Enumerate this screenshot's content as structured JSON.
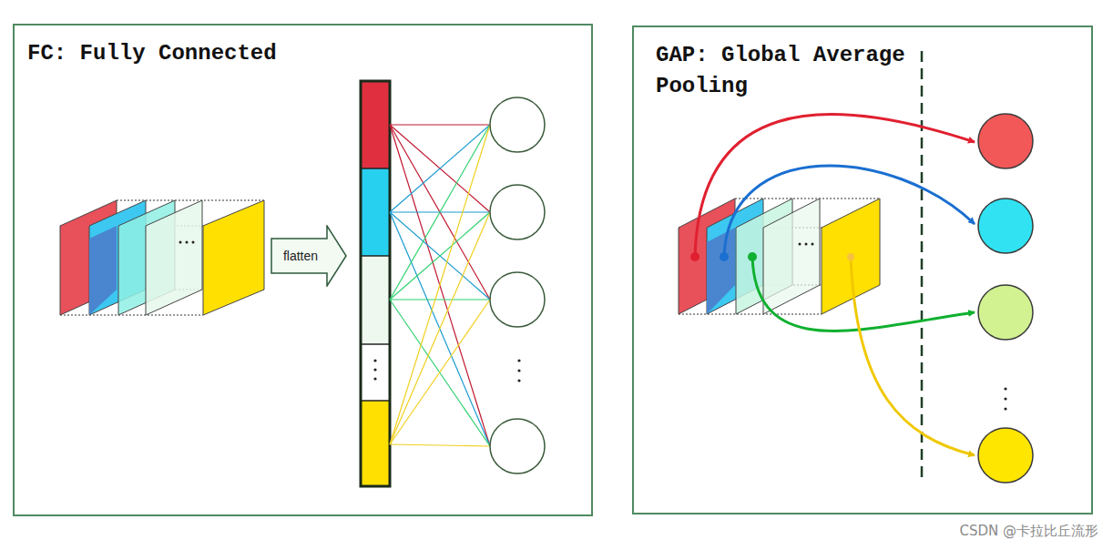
{
  "diagram": {
    "nodes": [
      {
        "text": [
          "FC: Fully Connected"
        ]
      },
      {
        "text": [
          "GAP: Global Average Pooling"
        ]
      },
      {
        "text": [
          "flatten"
        ],
        "in": 0
      }
    ],
    "labels": [
      "CSDN @卡拉比丘流形"
    ]
  }
}
